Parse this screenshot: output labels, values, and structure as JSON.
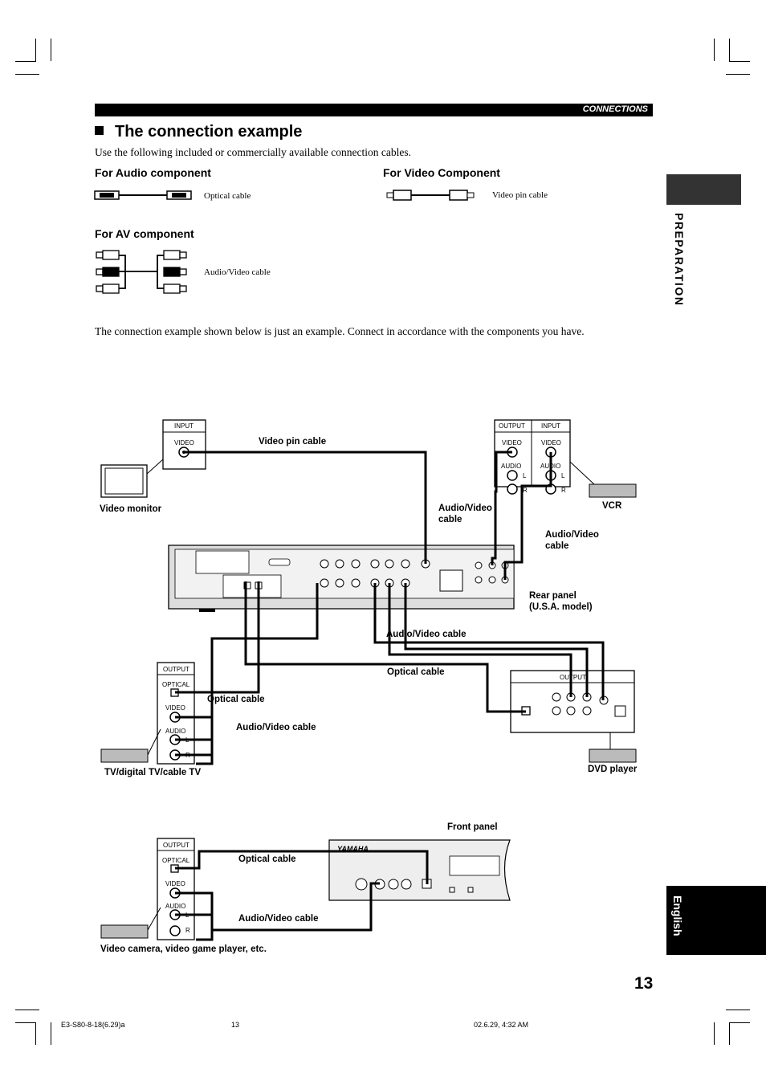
{
  "header": {
    "section": "CONNECTIONS"
  },
  "title": "The connection example",
  "intro": "Use the following included or commercially available connection cables.",
  "cables": {
    "audio": {
      "heading": "For Audio component",
      "label": "Optical cable"
    },
    "video": {
      "heading": "For Video Component",
      "label": "Video pin cable"
    },
    "av": {
      "heading": "For AV component",
      "label": "Audio/Video cable"
    }
  },
  "example_note": "The connection example shown below is just an example. Connect in accordance with the components you have.",
  "side_tabs": {
    "preparation": "PREPARATION",
    "english": "English"
  },
  "diagram": {
    "video_pin_cable": "Video pin cable",
    "video_monitor": "Video monitor",
    "av_cable_1": "Audio/Video cable",
    "av_cable_2": "Audio/Video cable",
    "av_cable_3": "Audio/Video cable",
    "av_cable_4": "Audio/Video cable",
    "av_cable_5": "Audio/Video cable",
    "vcr": "VCR",
    "rear_panel": "Rear panel",
    "rear_panel_model": "(U.S.A. model)",
    "optical_cable_1": "Optical cable",
    "optical_cable_2": "Optical cable",
    "optical_cable_3": "Optical cable",
    "tv": "TV/digital TV/cable TV",
    "dvd_player": "DVD player",
    "front_panel": "Front panel",
    "camera": "Video camera, video game player, etc.",
    "terms": {
      "input": "INPUT",
      "output": "OUTPUT",
      "video": "VIDEO",
      "audio": "AUDIO",
      "optical": "OPTICAL",
      "l": "L",
      "r": "R"
    },
    "brand": "YAMAHA"
  },
  "page_number": "13",
  "footer": {
    "file": "E3-S80-8-18(6.29)a",
    "page": "13",
    "datetime": "02.6.29, 4:32 AM"
  }
}
